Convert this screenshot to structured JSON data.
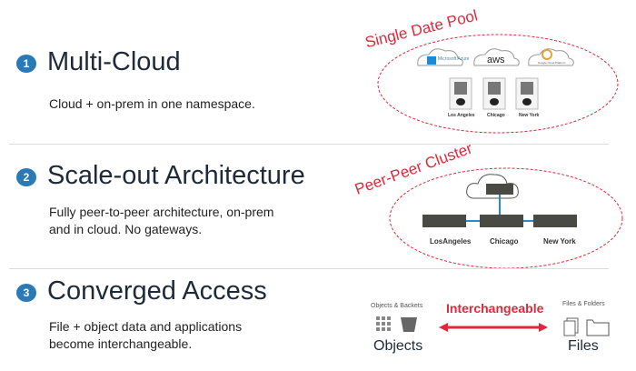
{
  "sections": [
    {
      "number": "1",
      "title": "Multi-Cloud",
      "description": "Cloud + on-prem in one namespace."
    },
    {
      "number": "2",
      "title": "Scale-out Architecture",
      "description_lines": [
        "Fully peer-to-peer architecture, on-prem",
        "and in cloud. No gateways."
      ]
    },
    {
      "number": "3",
      "title": "Converged Access",
      "description_lines": [
        "File + object data and applications",
        "become interchangeable."
      ]
    }
  ],
  "multi_cloud_diagram": {
    "label": "Single Date Pool",
    "clouds": [
      "Microsoft Azure",
      "aws",
      "Google Cloud Platform"
    ],
    "sites": [
      "Los Angeles",
      "Chicago",
      "New York"
    ]
  },
  "cluster_diagram": {
    "label": "Peer-Peer Cluster",
    "sites": [
      "LosAngeles",
      "Chicago",
      "New York"
    ]
  },
  "access_diagram": {
    "objects_caption": "Objects & Backets",
    "objects_label": "Objects",
    "arrow_label": "Interchangeable",
    "files_caption": "Files & Folders",
    "files_label": "Files"
  },
  "colors": {
    "badge": "#2a7ab8",
    "accent_red": "#e0283a",
    "title": "#1e2a3a"
  }
}
